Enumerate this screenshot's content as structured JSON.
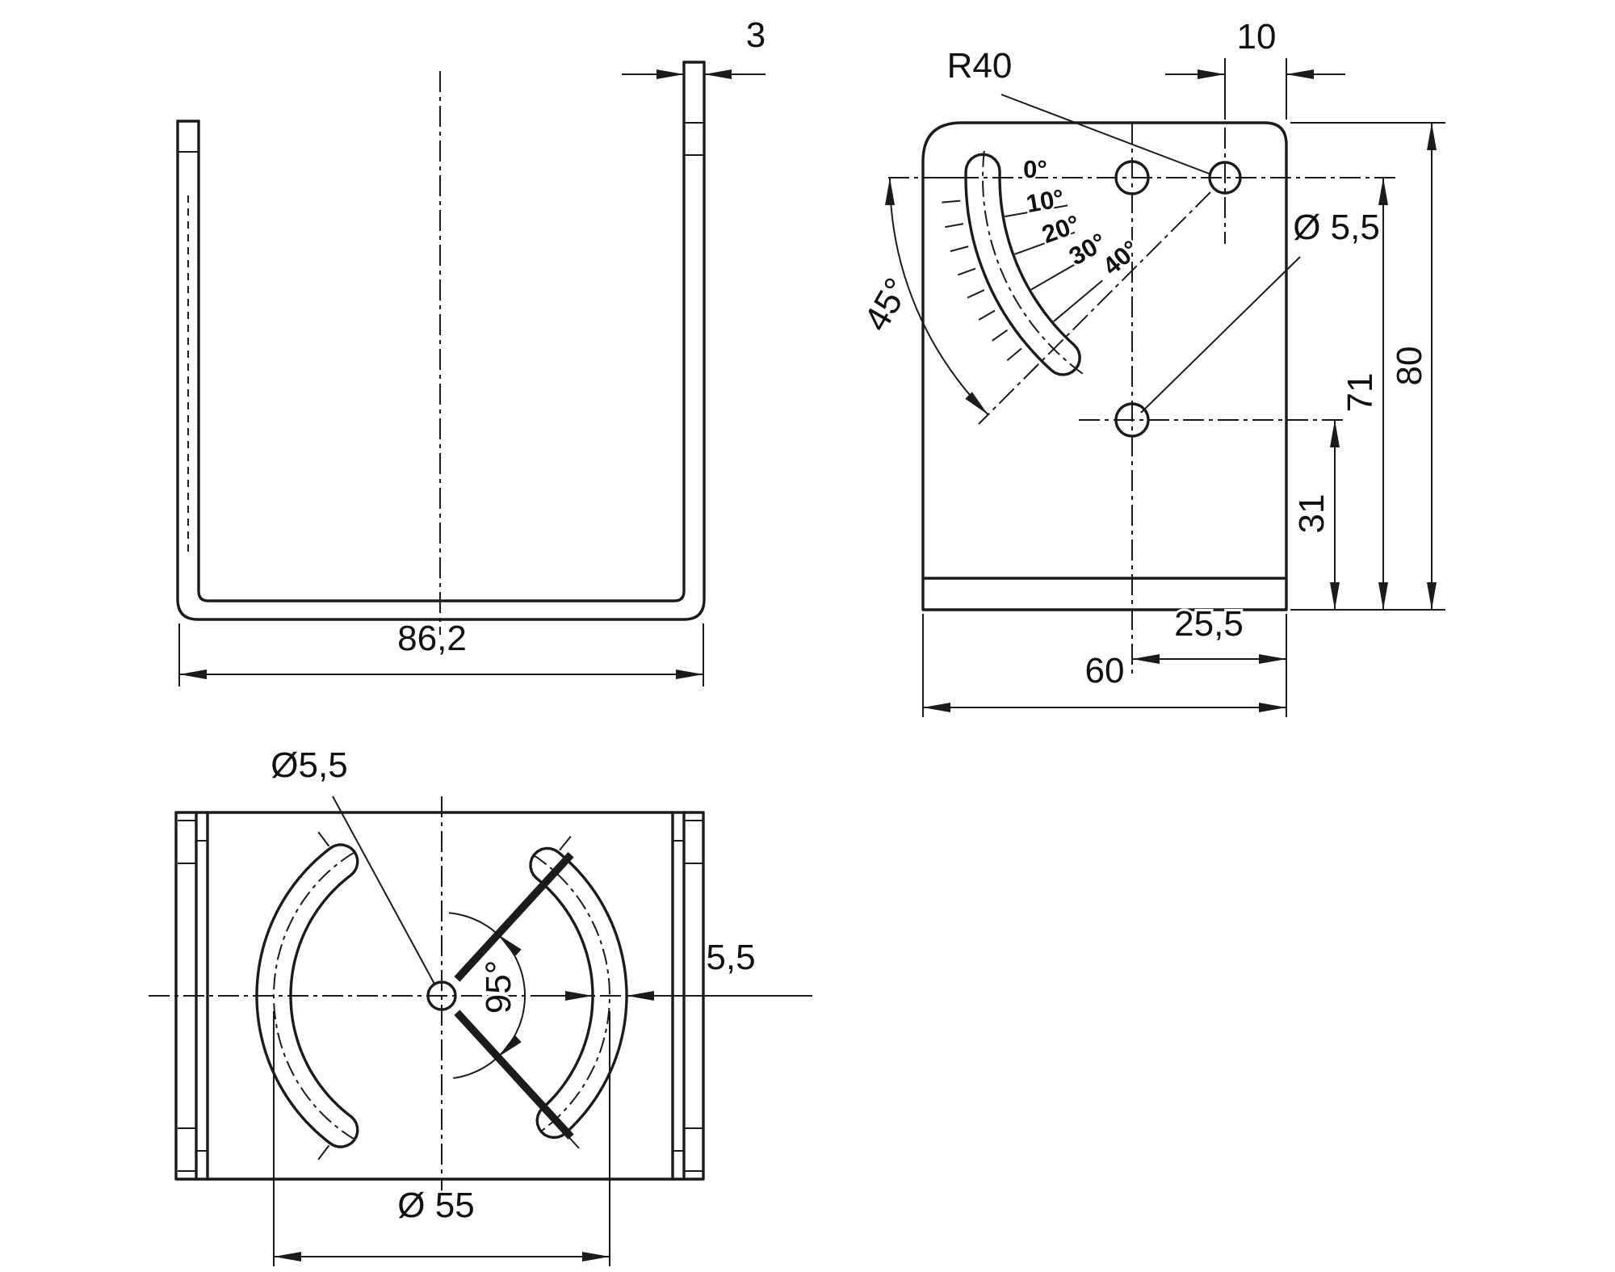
{
  "drawing": {
    "description": "Three-view technical drawing of an angle-adjustable mounting bracket",
    "front_view": {
      "wall_thickness": "3",
      "overall_width": "86,2"
    },
    "side_view": {
      "corner_radius": "R40",
      "hole_offset_top": "10",
      "hole_diameter": "Ø 5,5",
      "tilt_range": "45°",
      "angle_scale": [
        "0°",
        "10°",
        "20°",
        "30°",
        "40°"
      ],
      "overall_height": "80",
      "upper_hole_height": "71",
      "lower_hole_height": "31",
      "lower_hole_offset": "25,5",
      "overall_width": "60"
    },
    "top_view": {
      "hole_diameter": "Ø5,5",
      "slot_width": "5,5",
      "slot_span_angle": "95°",
      "slot_circle_diameter": "Ø 55"
    },
    "colors": {
      "line": "#1b1b1b",
      "background": "#ffffff"
    }
  }
}
